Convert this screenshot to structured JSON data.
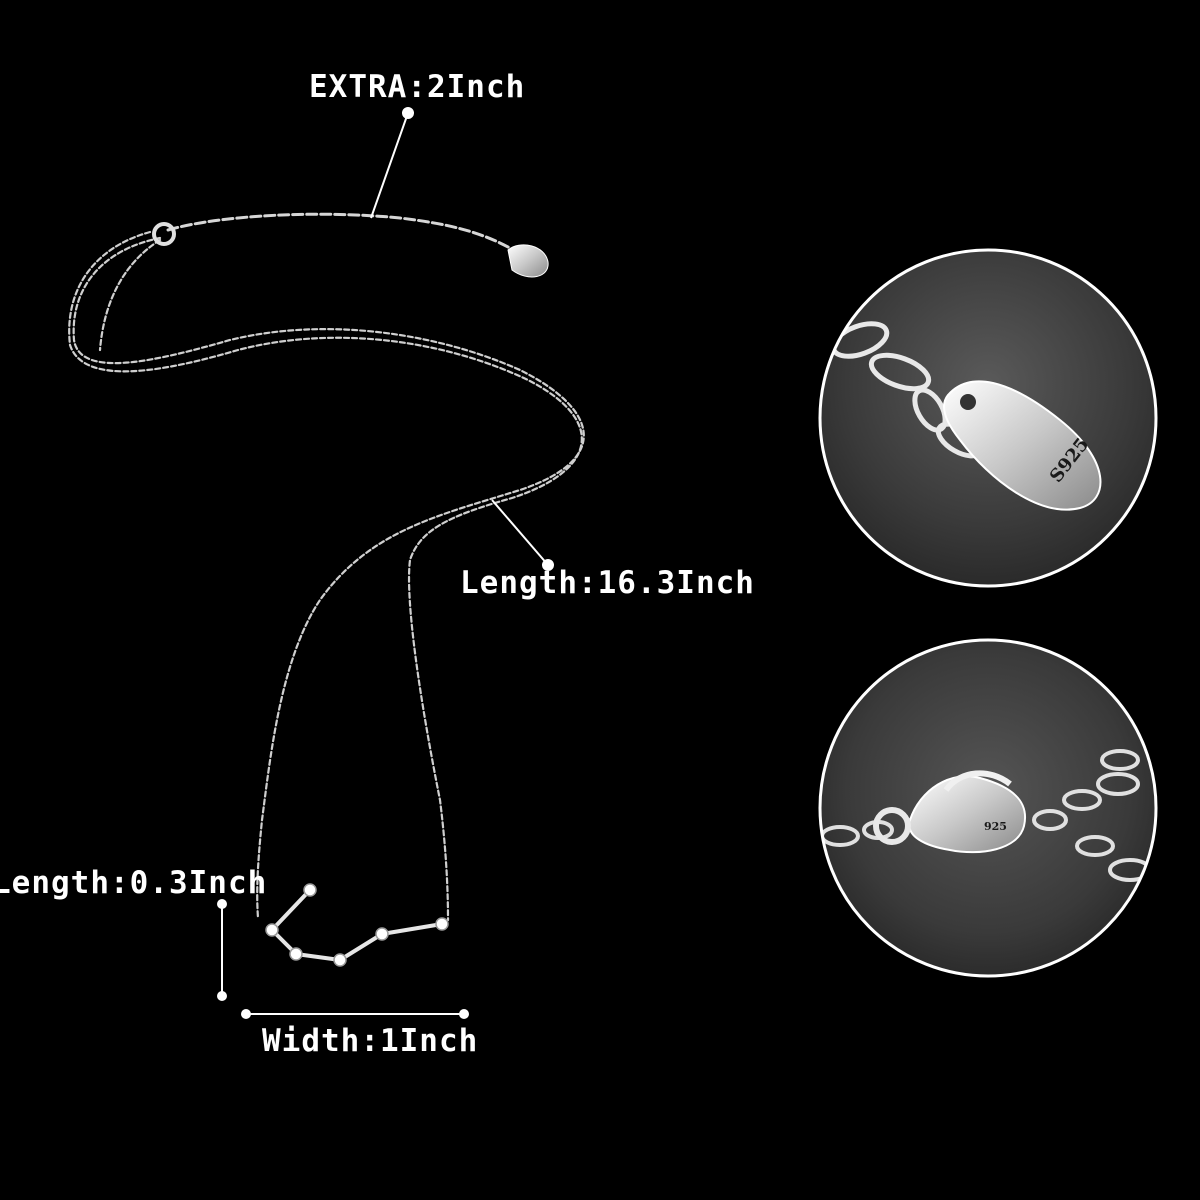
{
  "labels": {
    "extra": "EXTRA:2Inch",
    "chain_length": "Length:16.3Inch",
    "pendant_length": "Length:0.3Inch",
    "pendant_width": "Width:1Inch"
  },
  "stamps": {
    "tag": "S925",
    "clasp": "925"
  },
  "colors": {
    "background": "#000000",
    "text": "#ffffff",
    "silver": "#d8d8d8",
    "detail_circle_border": "#ffffff"
  }
}
